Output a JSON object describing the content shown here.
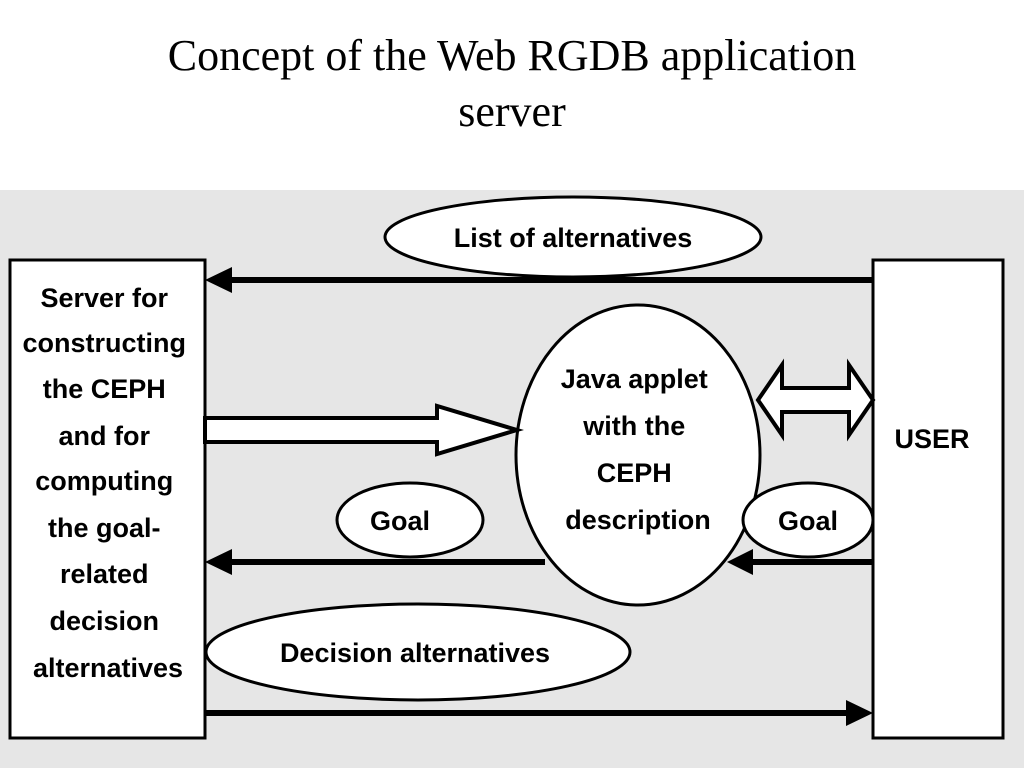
{
  "slide": {
    "title_line1": "Concept of the Web RGDB application",
    "title_line2": "server"
  },
  "diagram": {
    "server_box": {
      "lines": [
        "Server for",
        "constructing",
        "the CEPH",
        "and for",
        "computing",
        "the goal-",
        "related",
        "decision",
        "alternatives"
      ]
    },
    "user_box": {
      "label": "USER"
    },
    "applet": {
      "lines": [
        "Java applet",
        "with the",
        "CEPH",
        "description"
      ]
    },
    "ellipses": {
      "list_of_alternatives": "List of alternatives",
      "goal_left": "Goal",
      "goal_right": "Goal",
      "decision_alternatives": "Decision alternatives"
    },
    "colors": {
      "background": "#e6e6e6",
      "stroke": "#000000",
      "fill": "#ffffff"
    }
  }
}
